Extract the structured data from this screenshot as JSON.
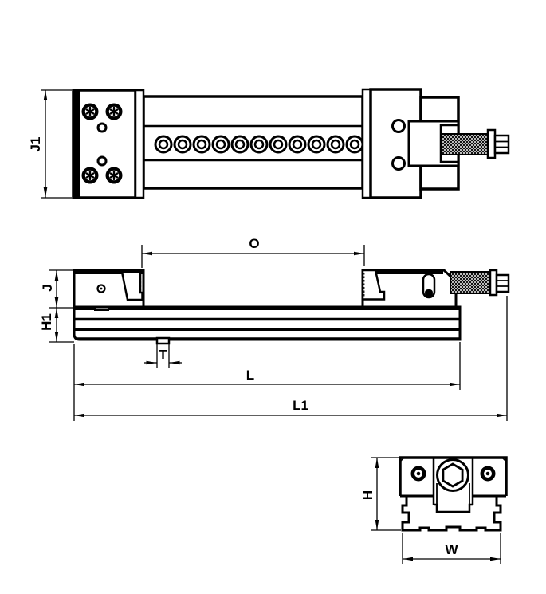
{
  "labels": {
    "j1": "J1",
    "o": "O",
    "j": "J",
    "h1": "H1",
    "t": "T",
    "l": "L",
    "l1": "L1",
    "h": "H",
    "w": "W"
  },
  "colors": {
    "line": "#000000",
    "background": "#ffffff"
  }
}
